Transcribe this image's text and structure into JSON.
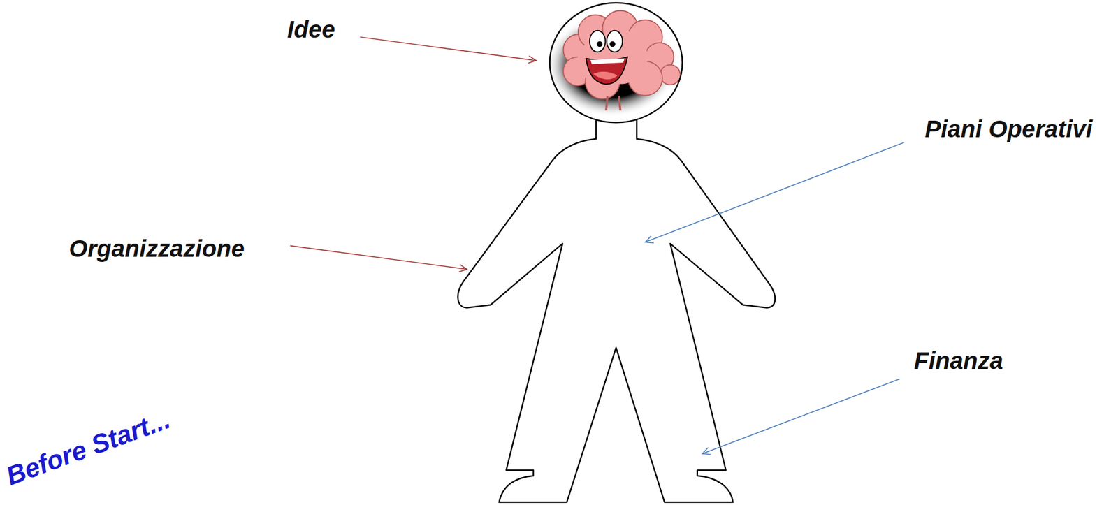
{
  "diagram": {
    "labels": [
      "Idee",
      "Piani Operativi",
      "Organizzazione",
      "Finanza",
      "Before Start..."
    ]
  }
}
